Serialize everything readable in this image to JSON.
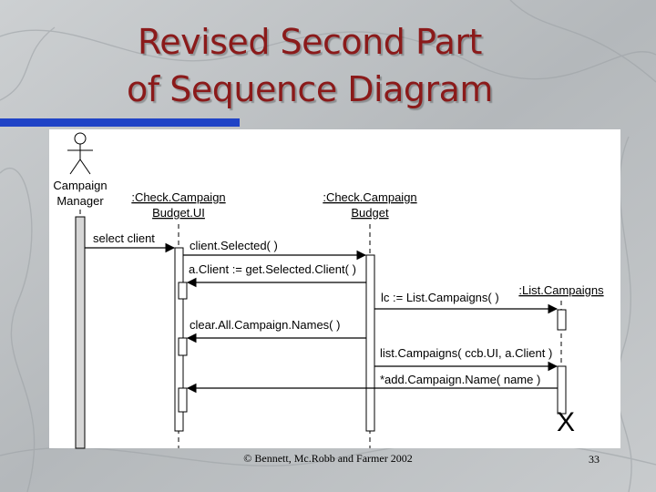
{
  "title": {
    "line1": "Revised Second Part",
    "line2": "of Sequence Diagram"
  },
  "colors": {
    "title": "#8b1a1a",
    "accent_bar": "#1f43c6",
    "background": "#bfc3c6"
  },
  "diagram": {
    "actor": {
      "line1": "Campaign",
      "line2": "Manager"
    },
    "objects": [
      {
        "line1": ":Check.Campaign",
        "line2": "Budget.UI"
      },
      {
        "line1": ":Check.Campaign",
        "line2": "Budget"
      },
      {
        "line1": ":List.Campaigns",
        "line2": ""
      }
    ],
    "messages": [
      "select client",
      "client.Selected( )",
      "a.Client := get.Selected.Client( )",
      "lc := List.Campaigns( )",
      "clear.All.Campaign.Names( )",
      "list.Campaigns( ccb.UI, a.Client )",
      "*add.Campaign.Name( name )"
    ],
    "destroy_mark": "X"
  },
  "footer": {
    "copyright": "© Bennett, Mc.Robb and Farmer 2002",
    "page_number": "33"
  }
}
